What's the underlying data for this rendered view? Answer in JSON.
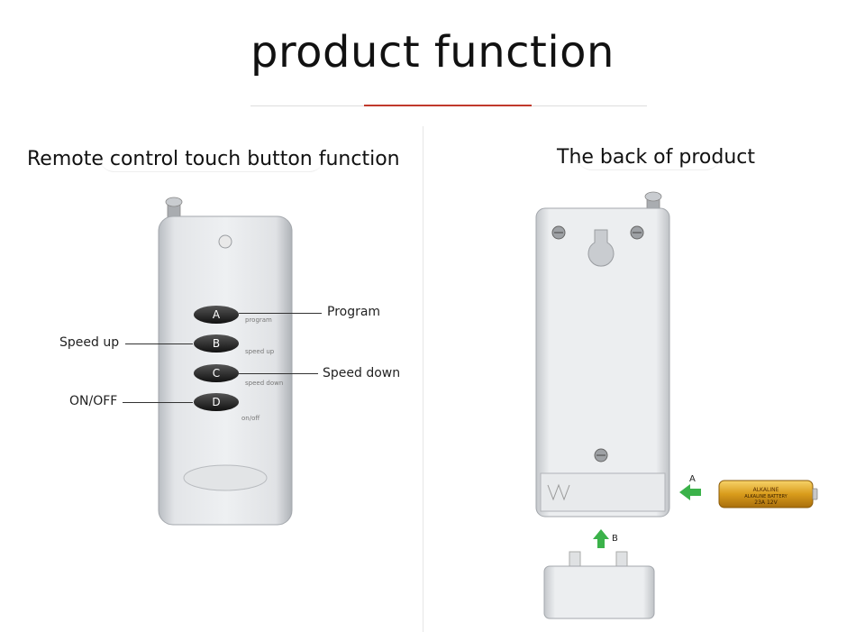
{
  "page_title": "product function",
  "left_section": {
    "title": "Remote control touch button function",
    "buttons": [
      {
        "letter": "A",
        "printed_label": "program"
      },
      {
        "letter": "B",
        "printed_label": "speed up"
      },
      {
        "letter": "C",
        "printed_label": "speed down"
      },
      {
        "letter": "D",
        "printed_label": "on/off"
      }
    ],
    "callouts": {
      "program": "Program",
      "speed_up": "Speed up",
      "speed_down": "Speed down",
      "on_off": "ON/OFF"
    }
  },
  "right_section": {
    "title": "The back of product",
    "battery_text": {
      "brand": "ALKALINE",
      "type": "ALKALINE BATTERY",
      "model": "23A 12V"
    },
    "arrow_a": "A",
    "arrow_b": "B"
  },
  "colors": {
    "accent_rule": "#c0392b",
    "remote_body": "#cfd2d6",
    "button": "#2a2a2a",
    "arrow": "#3bb24a",
    "battery": "#e0a92a"
  }
}
